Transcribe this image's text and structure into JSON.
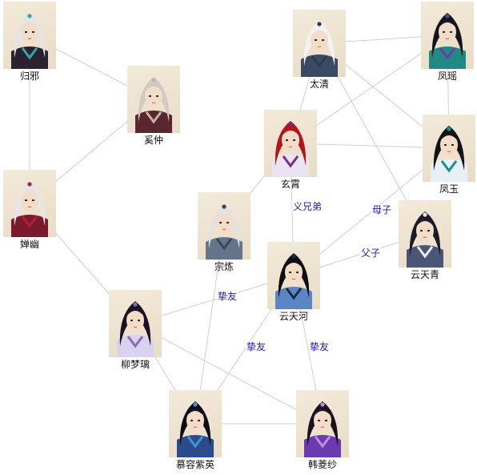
{
  "nodes": [
    {
      "id": "guixie",
      "name": "归邪",
      "hair": "#e4e4e4",
      "outfit": "#2a2230",
      "accent": "#3aa6a0"
    },
    {
      "id": "xizhong",
      "name": "奚仲",
      "hair": "#cfcac2",
      "outfit": "#5a2630",
      "accent": "#c4b7a2"
    },
    {
      "id": "chanyou",
      "name": "婵幽",
      "hair": "#e6e6ea",
      "outfit": "#7a1a2e",
      "accent": "#b32035"
    },
    {
      "id": "taiqing",
      "name": "太清",
      "hair": "#f2f2f2",
      "outfit": "#3b4a64",
      "accent": "#2b3a56"
    },
    {
      "id": "fengyao",
      "name": "凤瑶",
      "hair": "#151520",
      "outfit": "#1f8a84",
      "accent": "#6b3aa8"
    },
    {
      "id": "xuanxiao",
      "name": "玄霄",
      "hair": "#b3151c",
      "outfit": "#e9e3f2",
      "accent": "#7a2a8a"
    },
    {
      "id": "fengyu",
      "name": "凤玉",
      "hair": "#121218",
      "outfit": "#e6f0f6",
      "accent": "#1e8c8c"
    },
    {
      "id": "zonglian",
      "name": "宗炼",
      "hair": "#e2e2e2",
      "outfit": "#64748a",
      "accent": "#3a4658"
    },
    {
      "id": "yuntianqing",
      "name": "云天青",
      "hair": "#1b1b28",
      "outfit": "#4a5678",
      "accent": "#e9e9f2"
    },
    {
      "id": "yuntianhe",
      "name": "云天河",
      "hair": "#0d0d12",
      "outfit": "#5b86c4",
      "accent": "#1e2a4a"
    },
    {
      "id": "liumengli",
      "name": "柳梦璃",
      "hair": "#1a1224",
      "outfit": "#d8d2ec",
      "accent": "#8a6ab8"
    },
    {
      "id": "murongziying",
      "name": "慕容紫英",
      "hair": "#0e0e18",
      "outfit": "#2c4a8c",
      "accent": "#3a9ad0"
    },
    {
      "id": "hanlingsha",
      "name": "韩菱纱",
      "hair": "#1a1020",
      "outfit": "#6a3ab0",
      "accent": "#c28ae0"
    }
  ],
  "edges": [
    {
      "from": "guixie",
      "to": "xizhong"
    },
    {
      "from": "guixie",
      "to": "chanyou"
    },
    {
      "from": "xizhong",
      "to": "chanyou"
    },
    {
      "from": "chanyou",
      "to": "liumengli"
    },
    {
      "from": "taiqing",
      "to": "fengyao"
    },
    {
      "from": "taiqing",
      "to": "xuanxiao"
    },
    {
      "from": "taiqing",
      "to": "fengyu"
    },
    {
      "from": "taiqing",
      "to": "yuntianqing"
    },
    {
      "from": "fengyao",
      "to": "xuanxiao"
    },
    {
      "from": "fengyao",
      "to": "fengyu"
    },
    {
      "from": "xuanxiao",
      "to": "fengyu"
    },
    {
      "from": "xuanxiao",
      "to": "zonglian"
    },
    {
      "from": "xuanxiao",
      "to": "yuntianhe"
    },
    {
      "from": "fengyu",
      "to": "yuntianhe"
    },
    {
      "from": "yuntianqing",
      "to": "yuntianhe"
    },
    {
      "from": "yuntianhe",
      "to": "liumengli"
    },
    {
      "from": "yuntianhe",
      "to": "murongziying"
    },
    {
      "from": "yuntianhe",
      "to": "hanlingsha"
    },
    {
      "from": "zonglian",
      "to": "murongziying"
    },
    {
      "from": "liumengli",
      "to": "murongziying"
    },
    {
      "from": "liumengli",
      "to": "hanlingsha"
    },
    {
      "from": "murongziying",
      "to": "hanlingsha"
    }
  ],
  "relations": [
    {
      "id": "yixiongdi",
      "label": "义兄弟"
    },
    {
      "id": "muzi",
      "label": "母子"
    },
    {
      "id": "fuzi",
      "label": "父子"
    },
    {
      "id": "zhiyou1",
      "label": "挚友"
    },
    {
      "id": "zhiyou2",
      "label": "挚友"
    },
    {
      "id": "zhiyou3",
      "label": "挚友"
    }
  ]
}
